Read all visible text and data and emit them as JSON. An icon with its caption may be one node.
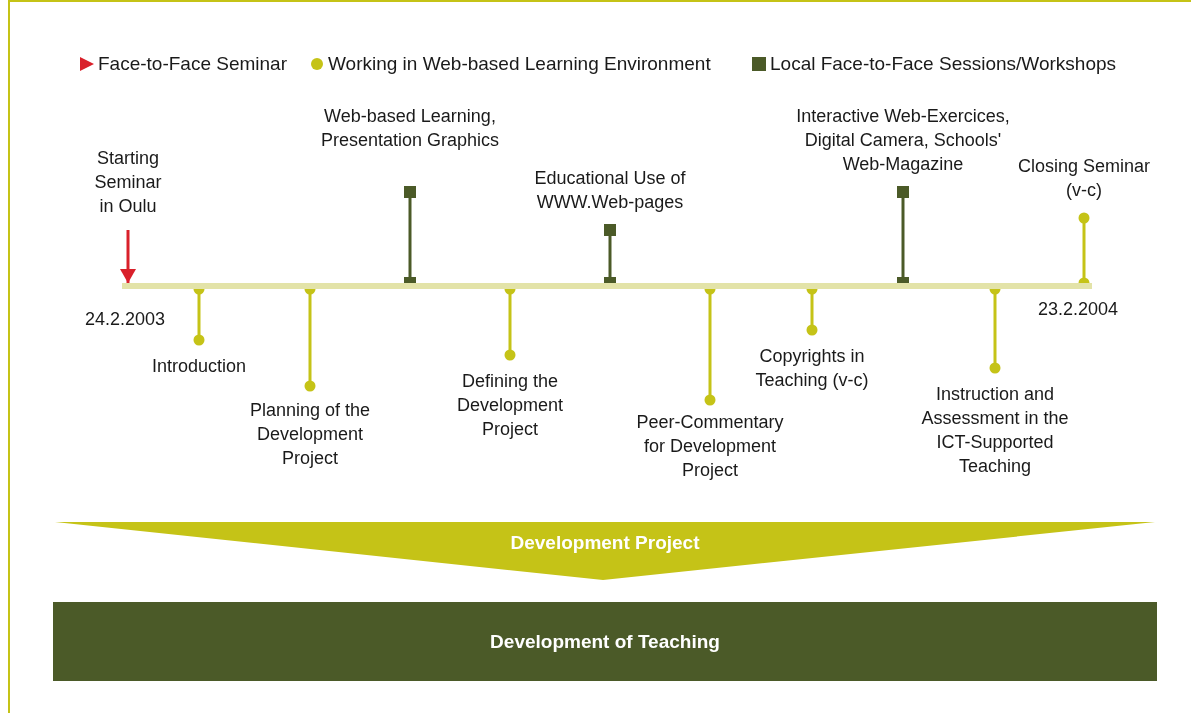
{
  "diagram": {
    "nodes": [
      {
        "text": [],
        "shape": "bar"
      },
      {
        "text": [
          "Starting Seminar in Oulu"
        ]
      },
      {
        "text": [
          "Introduction"
        ]
      },
      {
        "text": [
          "Planning of the Development Project"
        ]
      },
      {
        "text": [
          "Web-based Learning, Presentation Graphics"
        ]
      },
      {
        "text": [
          "Defining the Development Project"
        ]
      },
      {
        "text": [
          "Educational Use of WWW.Web-pages"
        ]
      },
      {
        "text": [
          "Peer-Commentary for Development Project"
        ]
      },
      {
        "text": [
          "Copyrights in Teaching (v-c)"
        ]
      },
      {
        "text": [
          "Interactive Web-Exercices, Digital Camera, Schools' Web-Magazine"
        ]
      },
      {
        "text": [
          "Instruction and Assessment in the ICT-Supported Teaching"
        ]
      },
      {
        "text": [
          "Closing Seminar (v-c)"
        ]
      },
      {
        "text": [
          "Development Project"
        ]
      },
      {
        "text": [
          "Development of Teaching"
        ]
      }
    ],
    "edges": [
      {
        "from": 1,
        "to": 0,
        "arrow": "to",
        "color": "#d9202a"
      },
      {
        "from": 2,
        "to": 0,
        "arrow": "other"
      },
      {
        "from": 3,
        "to": 0,
        "arrow": "other"
      },
      {
        "from": 4,
        "to": 0,
        "arrow": "other",
        "color": "#4b5a28"
      },
      {
        "from": 5,
        "to": 0,
        "arrow": "other"
      },
      {
        "from": 6,
        "to": 0,
        "arrow": "other",
        "color": "#4b5a28"
      },
      {
        "from": 7,
        "to": 0,
        "arrow": "other"
      },
      {
        "from": 8,
        "to": 0,
        "arrow": "other"
      },
      {
        "from": 9,
        "to": 0,
        "arrow": "other",
        "color": "#4b5a28"
      },
      {
        "from": 10,
        "to": 0,
        "arrow": "other"
      },
      {
        "from": 11,
        "to": 0,
        "arrow": "other"
      }
    ],
    "labels": [
      "24.2.2003",
      "23.2.2004"
    ],
    "legend": [
      {
        "text": "Face-to-Face Seminar"
      },
      {
        "text": "Working in Web-based Learning Environment"
      },
      {
        "text": "Local Face-to-Face Sessions/Workshops"
      }
    ]
  }
}
